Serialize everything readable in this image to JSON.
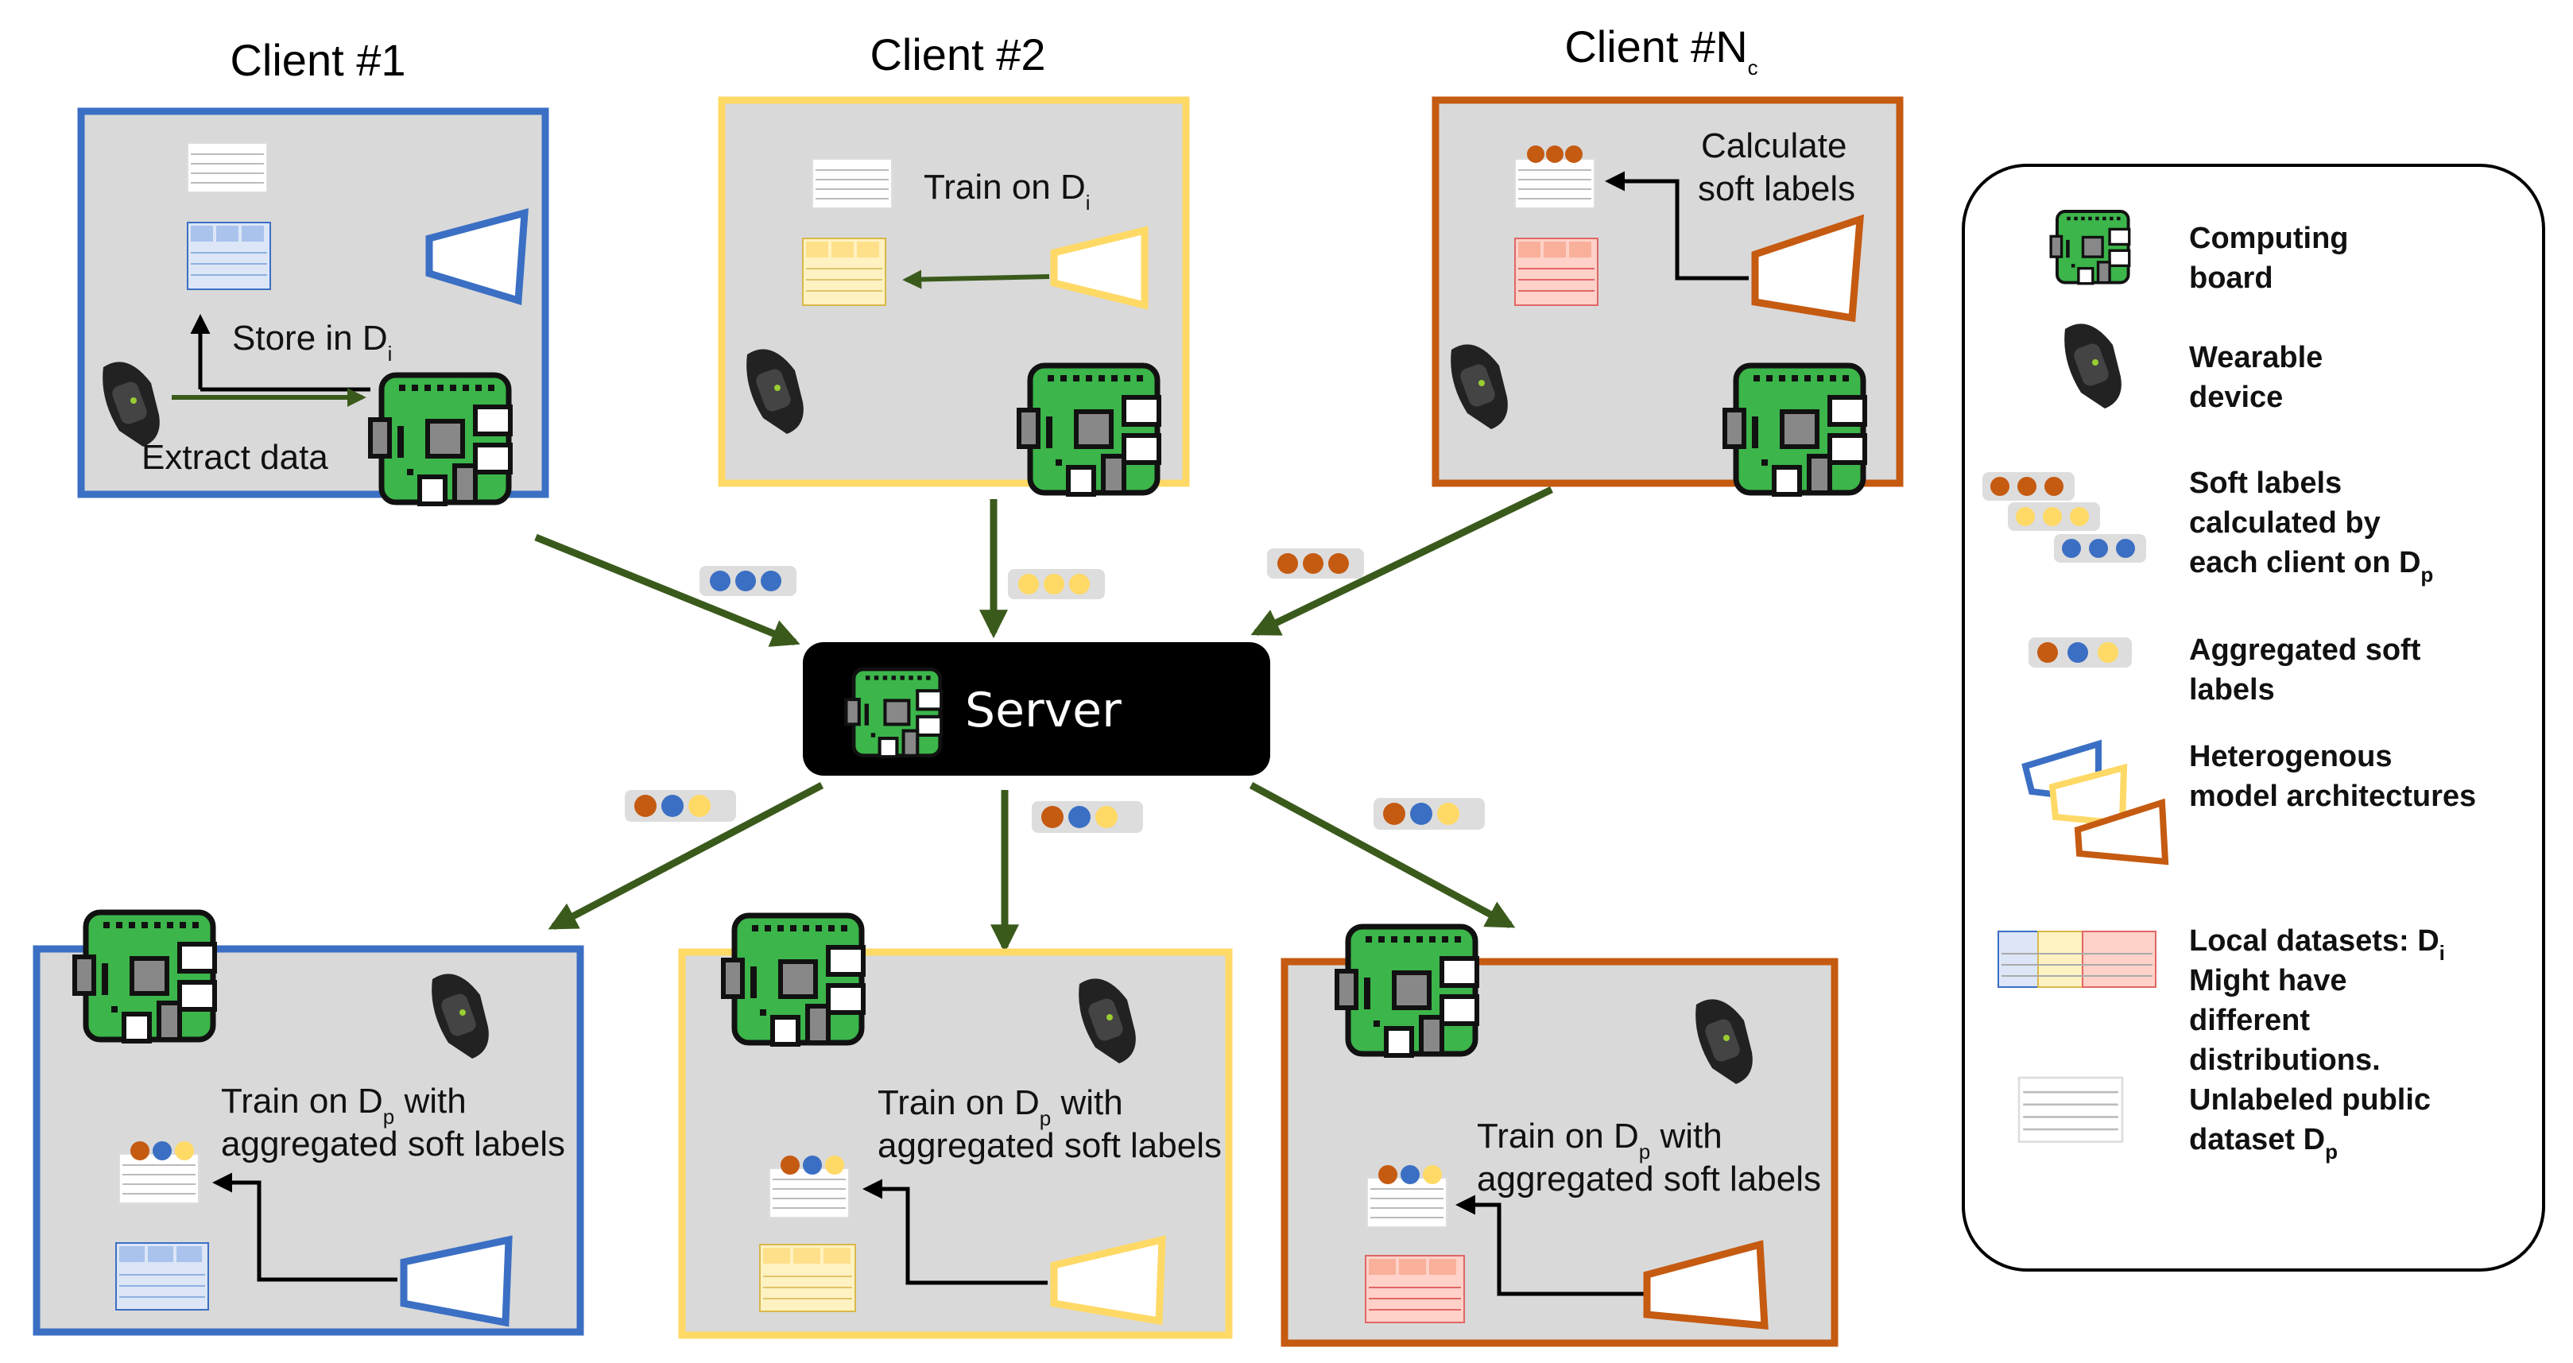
{
  "colors": {
    "client1": "#3b6fc4",
    "client2": "#ffd966",
    "clientN": "#c55a11",
    "arrow": "#3a5a1c",
    "panel": "#d9d9d9",
    "board": "#3cb54a",
    "server_bg": "#000000"
  },
  "clients": [
    {
      "title": "Client #1",
      "title_sub": "",
      "text_store": "Store in D",
      "text_store_sub": "i",
      "text_extract": "Extract data"
    },
    {
      "title": "Client #2",
      "title_sub": "",
      "text_train": "Train on D",
      "text_train_sub": "i"
    },
    {
      "title": "Client #N",
      "title_sub": "c",
      "text_calc_1": "Calculate",
      "text_calc_2": "soft labels"
    }
  ],
  "server": {
    "label": "Server"
  },
  "bottom_clients": [
    {
      "line1": "Train on D",
      "line1_sub": "p",
      "line1_tail": " with",
      "line2": "aggregated soft labels"
    },
    {
      "line1": "Train on D",
      "line1_sub": "p",
      "line1_tail": " with",
      "line2": "aggregated soft labels"
    },
    {
      "line1": "Train on D",
      "line1_sub": "p",
      "line1_tail": " with",
      "line2": "aggregated soft labels"
    }
  ],
  "legend": {
    "computing_board": [
      "Computing",
      "board"
    ],
    "wearable": [
      "Wearable",
      "device"
    ],
    "soft_labels": [
      "Soft labels",
      "calculated by",
      "each client on D"
    ],
    "soft_labels_sub": "p",
    "aggregated": [
      "Aggregated soft",
      "labels"
    ],
    "hetero": [
      "Heterogenous",
      "model architectures"
    ],
    "datasets": [
      "Local datasets: D",
      "Might have",
      "different",
      "distributions.",
      "Unlabeled public",
      "dataset D"
    ],
    "datasets_sub_1": "i",
    "datasets_sub_2": "p"
  },
  "icons": [
    "computing-board-icon",
    "wearable-device-icon",
    "soft-label-icon",
    "dataset-icon",
    "model-architecture-icon"
  ]
}
